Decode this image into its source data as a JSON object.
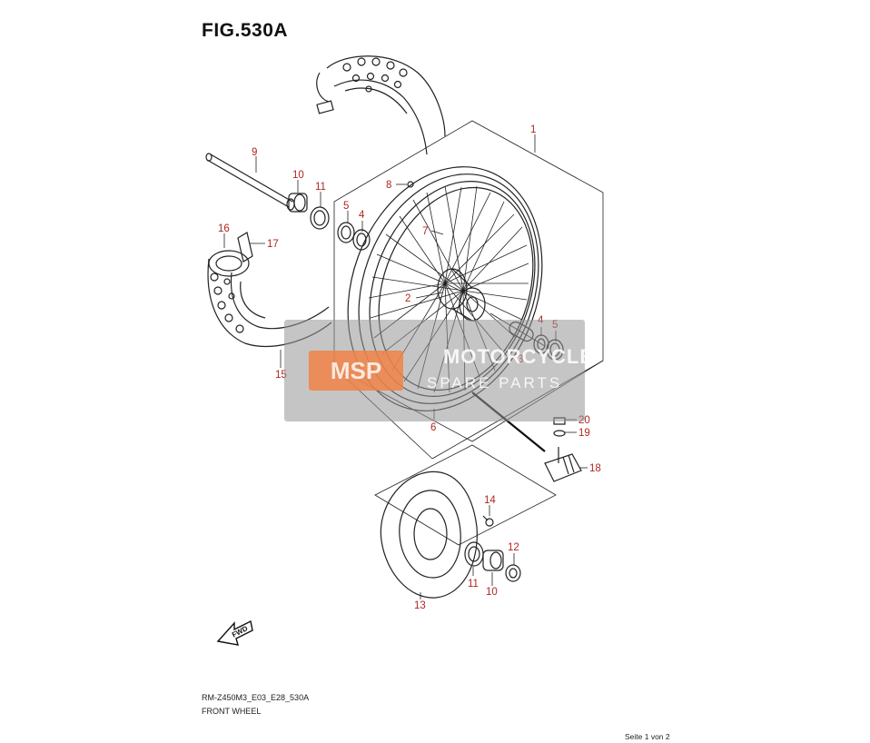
{
  "figure": {
    "title": "FIG.530A",
    "code": "RM-Z450M3_E03_E28_530A",
    "name": "FRONT WHEEL",
    "page_info": "Seite 1 von 2",
    "fwd_label": "FWD"
  },
  "watermark": {
    "logo_text": "MSP",
    "line1": "MOTORCYCLE",
    "line2": "SPARE PARTS"
  },
  "callouts": [
    {
      "label": "1"
    },
    {
      "label": "2"
    },
    {
      "label": "3"
    },
    {
      "label": "4"
    },
    {
      "label": "4"
    },
    {
      "label": "5"
    },
    {
      "label": "5"
    },
    {
      "label": "6"
    },
    {
      "label": "7"
    },
    {
      "label": "8"
    },
    {
      "label": "9"
    },
    {
      "label": "10"
    },
    {
      "label": "10"
    },
    {
      "label": "11"
    },
    {
      "label": "11"
    },
    {
      "label": "12"
    },
    {
      "label": "13"
    },
    {
      "label": "14"
    },
    {
      "label": "15"
    },
    {
      "label": "16"
    },
    {
      "label": "17"
    },
    {
      "label": "18"
    },
    {
      "label": "19"
    },
    {
      "label": "20"
    }
  ],
  "colors": {
    "callout": "#b0261e",
    "line": "#222222",
    "watermark_logo": "#f08246"
  }
}
